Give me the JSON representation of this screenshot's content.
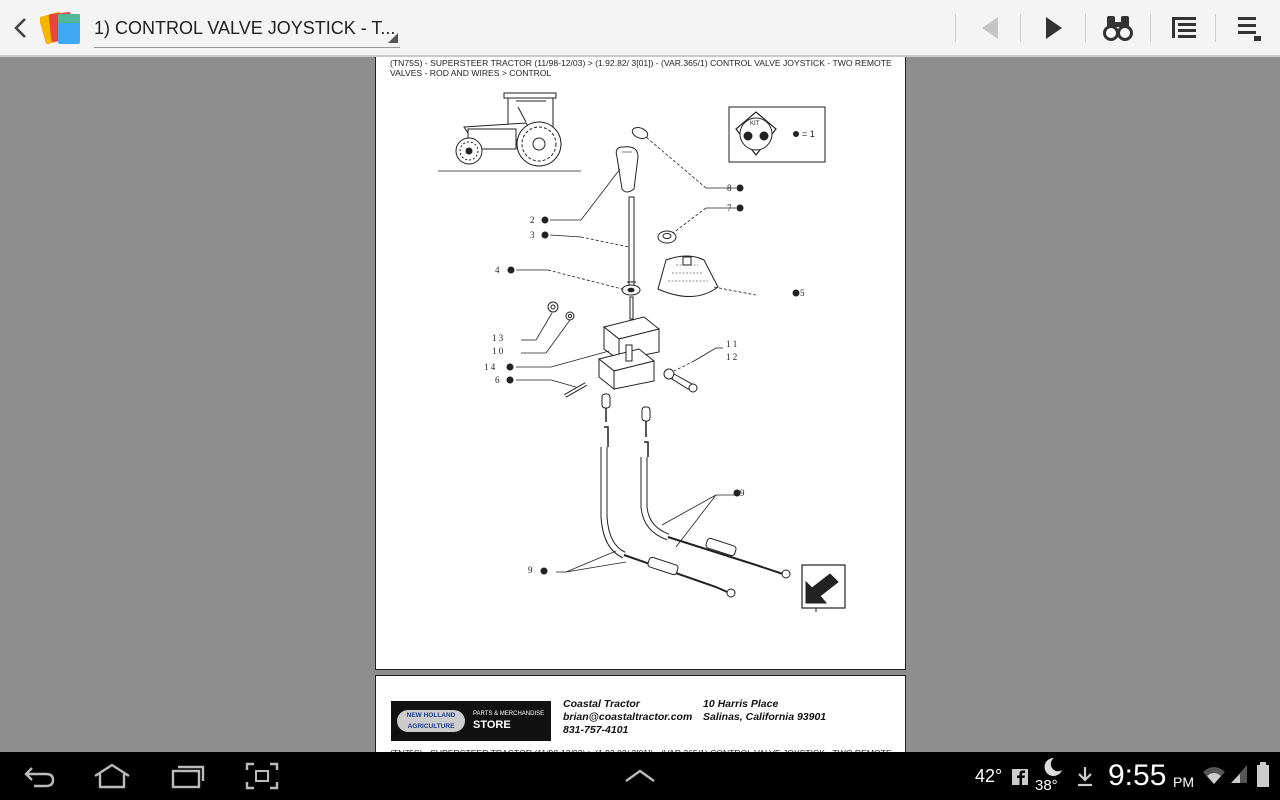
{
  "appbar": {
    "title": "1) CONTROL VALVE JOYSTICK - T...",
    "icons": [
      "back-arrow-icon",
      "app-logo-icon",
      "previous-icon",
      "next-icon",
      "binoculars-icon",
      "outline-icon",
      "overflow-menu-icon"
    ]
  },
  "page": {
    "breadcrumb": "(TN75S) - SUPERSTEER TRACTOR (11/98-12/03) > (1.92.82/ 3[01]) - (VAR.365/1) CONTROL VALVE JOYSTICK - TWO REMOTE VALVES - ROD AND WIRES > CONTROL",
    "kit_label": "KIT",
    "kit_legend": "= 1",
    "callouts": [
      {
        "id": "c8",
        "text": "8"
      },
      {
        "id": "c7",
        "text": "7"
      },
      {
        "id": "c2",
        "text": "2"
      },
      {
        "id": "c3",
        "text": "3"
      },
      {
        "id": "c4",
        "text": "4"
      },
      {
        "id": "c5",
        "text": "5"
      },
      {
        "id": "c13",
        "text": "1 3"
      },
      {
        "id": "c10",
        "text": "1 0"
      },
      {
        "id": "c14",
        "text": "1 4"
      },
      {
        "id": "c6",
        "text": "6"
      },
      {
        "id": "c11",
        "text": "1 1"
      },
      {
        "id": "c12",
        "text": "1 2"
      },
      {
        "id": "c9a",
        "text": "9"
      },
      {
        "id": "c9b",
        "text": "9"
      }
    ]
  },
  "page2": {
    "logo_brand": "NEW HOLLAND AGRICULTURE",
    "logo_small": "PARTS & MERCHANDISE",
    "logo_big": "STORE",
    "dealer_name": "Coastal Tractor",
    "dealer_email": "brian@coastaltractor.com",
    "dealer_phone": "831-757-4101",
    "dealer_street": "10 Harris Place",
    "dealer_city": "Salinas, California 93901",
    "breadcrumb": "(TN75S) - SUPERSTEER TRACTOR (11/98-12/03) > (1.92.82/ 3[01]) - (VAR.365/1) CONTROL VALVE JOYSTICK - TWO REMOTE"
  },
  "statusbar": {
    "temp_current": "42°",
    "temp_low": "38°",
    "time": "9:55",
    "ampm": "PM",
    "icons": [
      "nav-back-icon",
      "nav-home-icon",
      "recent-apps-icon",
      "screenshot-icon",
      "chevron-up-icon",
      "facebook-icon",
      "moon-icon",
      "download-icon",
      "wifi-icon",
      "signal-icon",
      "battery-icon"
    ]
  }
}
